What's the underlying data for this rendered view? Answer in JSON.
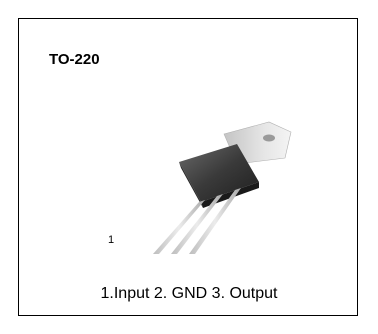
{
  "package": {
    "title": "TO-220",
    "pin_marker": "1",
    "caption": "1.Input 2. GND 3. Output",
    "pin_count": 3,
    "colors": {
      "body_dark": "#3a3a3a",
      "tab_light": "#d8d8d8",
      "lead": "#cfcfcf"
    }
  }
}
